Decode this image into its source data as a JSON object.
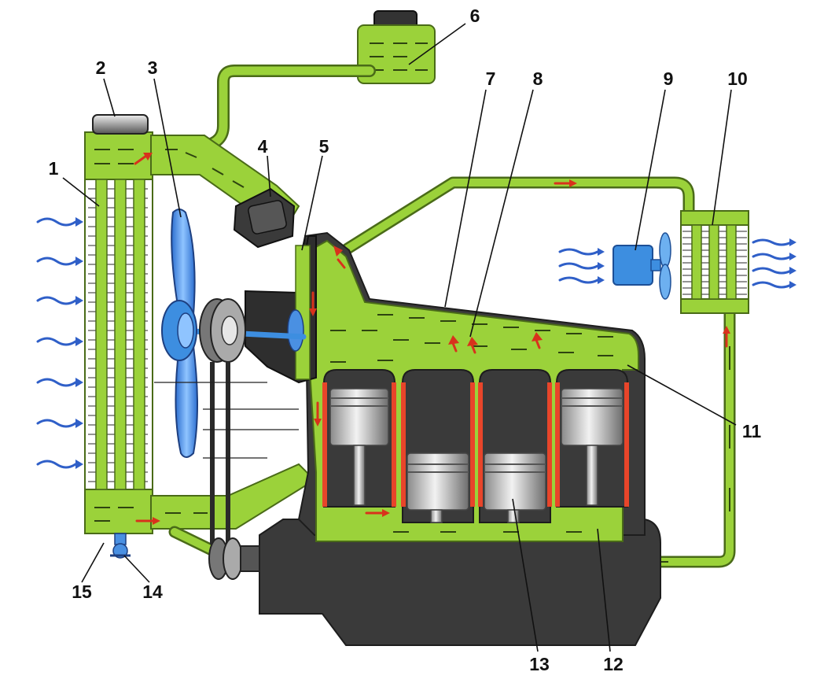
{
  "callouts": [
    {
      "id": "c1",
      "text": "1"
    },
    {
      "id": "c2",
      "text": "2"
    },
    {
      "id": "c3",
      "text": "3"
    },
    {
      "id": "c4",
      "text": "4"
    },
    {
      "id": "c5",
      "text": "5"
    },
    {
      "id": "c6",
      "text": "6"
    },
    {
      "id": "c7",
      "text": "7"
    },
    {
      "id": "c8",
      "text": "8"
    },
    {
      "id": "c9",
      "text": "9"
    },
    {
      "id": "c10",
      "text": "10"
    },
    {
      "id": "c11",
      "text": "11"
    },
    {
      "id": "c12",
      "text": "12"
    },
    {
      "id": "c13",
      "text": "13"
    },
    {
      "id": "c14",
      "text": "14"
    },
    {
      "id": "c15",
      "text": "15"
    }
  ],
  "colors": {
    "coolant": "#9bd23a",
    "engine_block": "#3a3a3a",
    "fan": "#4a90e2",
    "airflow": "#2f5fc8",
    "hot_flow": "#d8321c"
  }
}
